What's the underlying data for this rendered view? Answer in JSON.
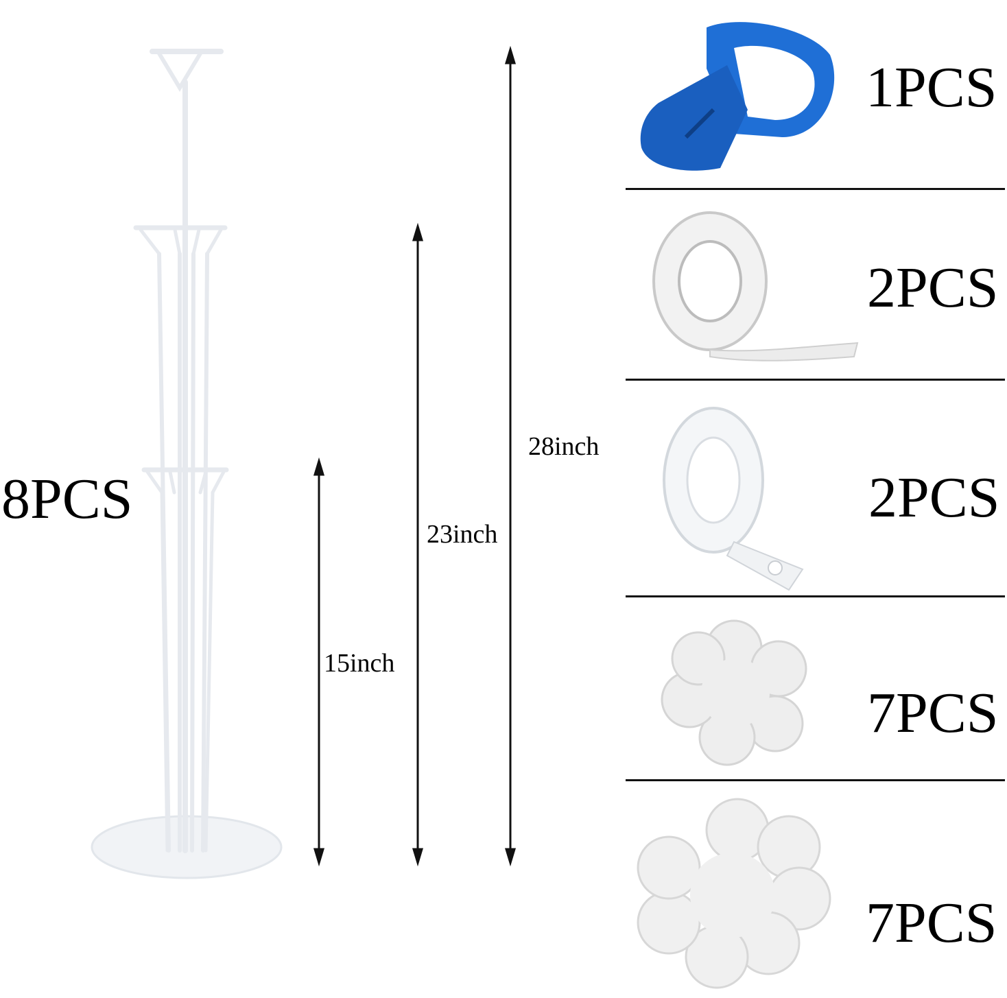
{
  "stand": {
    "count_label": "8PCS",
    "dimensions": [
      {
        "label": "15inch"
      },
      {
        "label": "23inch"
      },
      {
        "label": "28inch"
      }
    ]
  },
  "accessories": [
    {
      "icon": "balloon-tie-tool-icon",
      "count_label": "1PCS",
      "color": "#1f6fd6"
    },
    {
      "icon": "glue-dot-roll-icon",
      "count_label": "2PCS"
    },
    {
      "icon": "clear-tape-roll-icon",
      "count_label": "2PCS"
    },
    {
      "icon": "flower-clip-small-icon",
      "count_label": "7PCS"
    },
    {
      "icon": "flower-clip-large-icon",
      "count_label": "7PCS"
    }
  ]
}
